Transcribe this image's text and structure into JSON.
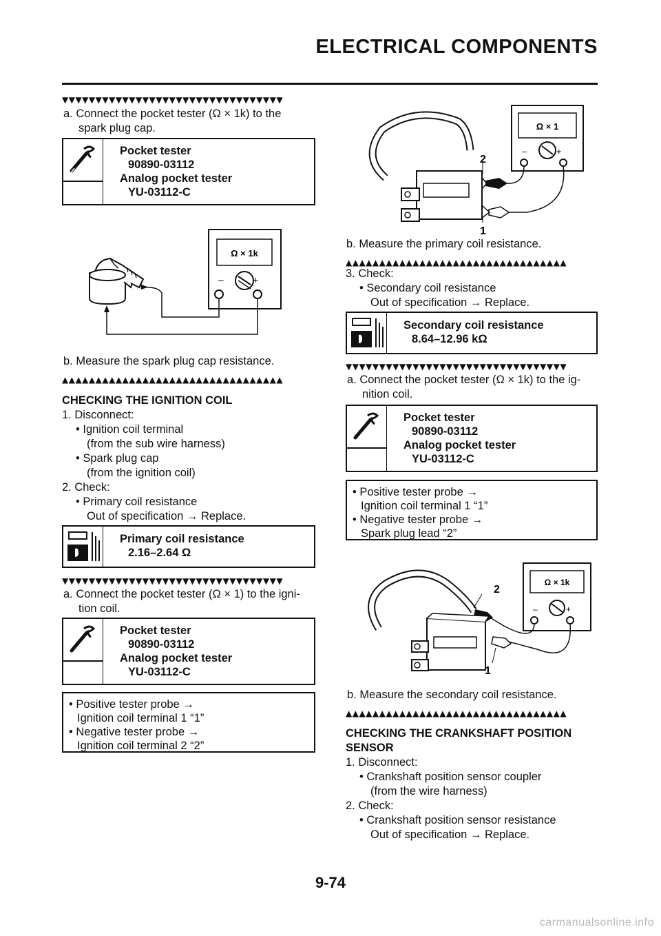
{
  "header": {
    "title": "ELECTRICAL COMPONENTS"
  },
  "left": {
    "step_a1": "a. Connect the pocket tester (Ω × 1k) to the",
    "step_a1_cont": "spark plug cap.",
    "tool_box1": {
      "l1": "Pocket tester",
      "l2": "90890-03112",
      "l3": "Analog pocket tester",
      "l4": "YU-03112-C"
    },
    "fig1_meter": "Ω × 1k",
    "step_b1": "b. Measure the spark plug cap resistance.",
    "section_title": "CHECKING THE IGNITION COIL",
    "s1": "1. Disconnect:",
    "s1_b1": "• Ignition coil terminal",
    "s1_b1_sub": "(from the sub wire harness)",
    "s1_b2": "• Spark plug cap",
    "s1_b2_sub": "(from the ignition coil)",
    "s2": "2. Check:",
    "s2_b1": "• Primary coil resistance",
    "s2_b1_sub": "Out of specification → Replace.",
    "spec_box1": {
      "l1": "Primary coil resistance",
      "l2": "2.16–2.64 Ω"
    },
    "step_a2": "a. Connect the pocket tester (Ω × 1) to the igni-",
    "step_a2_cont": "tion coil.",
    "tool_box2": {
      "l1": "Pocket tester",
      "l2": "90890-03112",
      "l3": "Analog pocket tester",
      "l4": "YU-03112-C"
    },
    "note_box1": {
      "l1": "• Positive tester probe →",
      "l2": "Ignition coil terminal 1 “1”",
      "l3": "• Negative tester probe →",
      "l4": "Ignition coil terminal 2 “2”"
    }
  },
  "right": {
    "fig2_meter": "Ω × 1",
    "fig2_label1": "1",
    "fig2_label2": "2",
    "step_b2": "b. Measure the primary coil resistance.",
    "s3": "3. Check:",
    "s3_b1": "• Secondary coil resistance",
    "s3_b1_sub": "Out of specification → Replace.",
    "spec_box2": {
      "l1": "Secondary coil resistance",
      "l2": "8.64–12.96 kΩ"
    },
    "step_a3": "a. Connect the pocket tester (Ω × 1k) to the ig-",
    "step_a3_cont": "nition coil.",
    "tool_box3": {
      "l1": "Pocket tester",
      "l2": "90890-03112",
      "l3": "Analog pocket tester",
      "l4": "YU-03112-C"
    },
    "note_box2": {
      "l1": "• Positive tester probe →",
      "l2": "Ignition coil terminal 1 “1”",
      "l3": "• Negative tester probe →",
      "l4": "Spark plug lead “2”"
    },
    "fig3_meter": "Ω × 1k",
    "fig3_label1": "1",
    "fig3_label2": "2",
    "step_b3": "b. Measure the secondary coil resistance.",
    "section_title2": "CHECKING THE CRANKSHAFT POSITION",
    "section_title2_b": "SENSOR",
    "c1": "1. Disconnect:",
    "c1_b1": "• Crankshaft position sensor coupler",
    "c1_b1_sub": "(from the wire harness)",
    "c2": "2. Check:",
    "c2_b1": "• Crankshaft position sensor resistance",
    "c2_b1_sub": "Out of specification → Replace."
  },
  "footer": {
    "page_number": "9-74",
    "watermark": "carmanualsonline.info"
  }
}
